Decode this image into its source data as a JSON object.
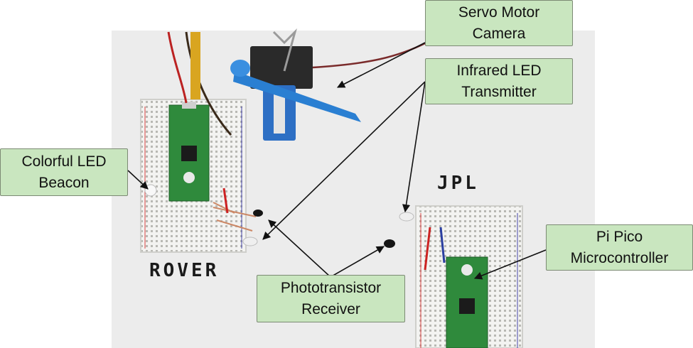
{
  "colors": {
    "label_fill": "#c9e6bf",
    "label_border": "#7c8a74",
    "arrow": "#111111",
    "board_green": "#2f8a3c",
    "breadboard": "#f2f2f0"
  },
  "photo": {
    "handwritten_rover": "ROVER",
    "handwritten_jpl": "JPL"
  },
  "labels": {
    "servo": {
      "line1": "Servo Motor",
      "line2": "Camera"
    },
    "infrared": {
      "line1": "Infrared LED",
      "line2": "Transmitter"
    },
    "beacon": {
      "line1": "Colorful LED",
      "line2": "Beacon"
    },
    "pico": {
      "line1": "Pi Pico",
      "line2": "Microcontroller"
    },
    "photo": {
      "line1": "Phototransistor",
      "line2": "Receiver"
    }
  }
}
